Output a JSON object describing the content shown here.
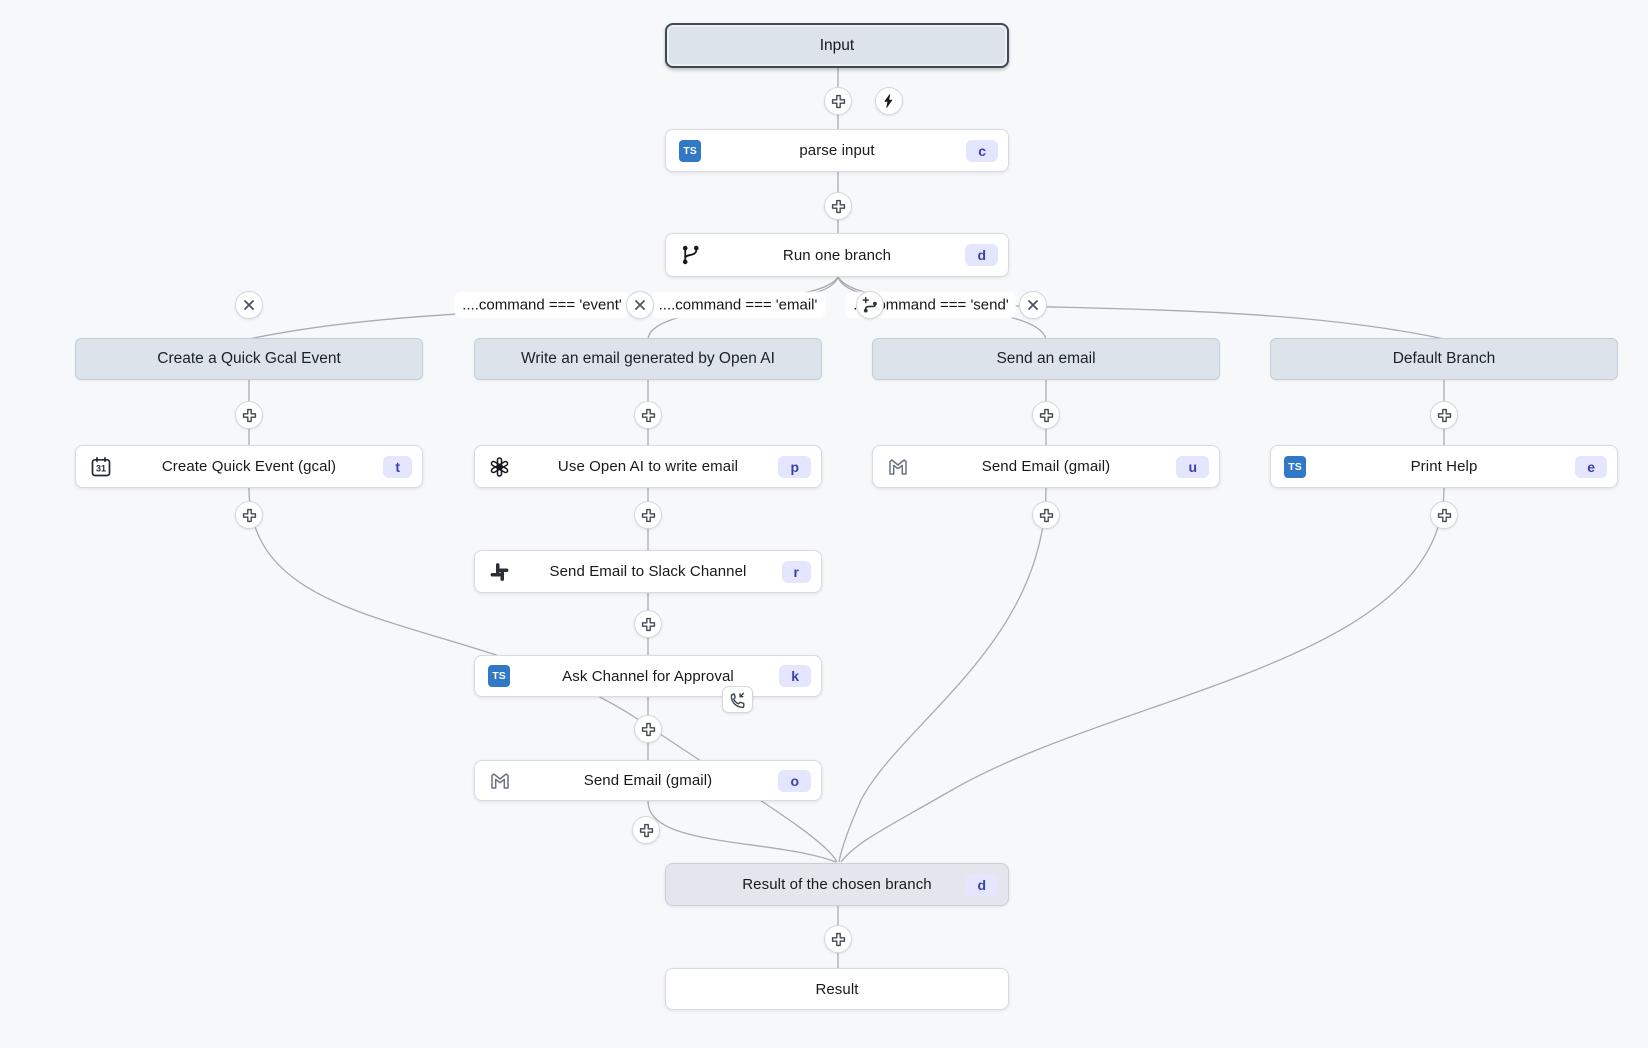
{
  "flow": {
    "input": {
      "label": "Input"
    },
    "steps": {
      "parse_input": {
        "label": "parse input",
        "badge": "c",
        "icon": "typescript-icon"
      },
      "run_one_branch": {
        "label": "Run one branch",
        "badge": "d",
        "icon": "git-branch-icon"
      }
    },
    "branches": [
      {
        "header": "Create a Quick Gcal Event",
        "condition": "....command === 'event'",
        "steps": [
          {
            "label": "Create Quick Event (gcal)",
            "badge": "t",
            "icon": "calendar-icon"
          }
        ]
      },
      {
        "header": "Write an email generated by Open AI",
        "condition": "....command === 'email'",
        "steps": [
          {
            "label": "Use Open AI to write email",
            "badge": "p",
            "icon": "openai-icon"
          },
          {
            "label": "Send Email to Slack Channel",
            "badge": "r",
            "icon": "slack-icon"
          },
          {
            "label": "Ask Channel for Approval",
            "badge": "k",
            "icon": "typescript-icon"
          },
          {
            "label": "Send Email (gmail)",
            "badge": "o",
            "icon": "gmail-icon"
          }
        ]
      },
      {
        "header": "Send an email",
        "condition": "....command === 'send'",
        "steps": [
          {
            "label": "Send Email (gmail)",
            "badge": "u",
            "icon": "gmail-icon"
          }
        ]
      },
      {
        "header": "Default Branch",
        "condition": "",
        "steps": [
          {
            "label": "Print Help",
            "badge": "e",
            "icon": "typescript-icon"
          }
        ]
      }
    ],
    "result_of_branch": {
      "label": "Result of the chosen branch",
      "badge": "d"
    },
    "result": {
      "label": "Result"
    },
    "icons": {
      "ts_text": "TS",
      "calendar_day": "31"
    },
    "colors": {
      "background": "#f7f8f9",
      "edge": "#a7acb3",
      "node_bg": "#ffffff",
      "module_header_bg": "#dce3ea",
      "selected_border": "#3f4857",
      "badge_bg": "#e3e6fc",
      "badge_text": "#3d3fae",
      "typescript_blue": "#3178c6"
    }
  }
}
